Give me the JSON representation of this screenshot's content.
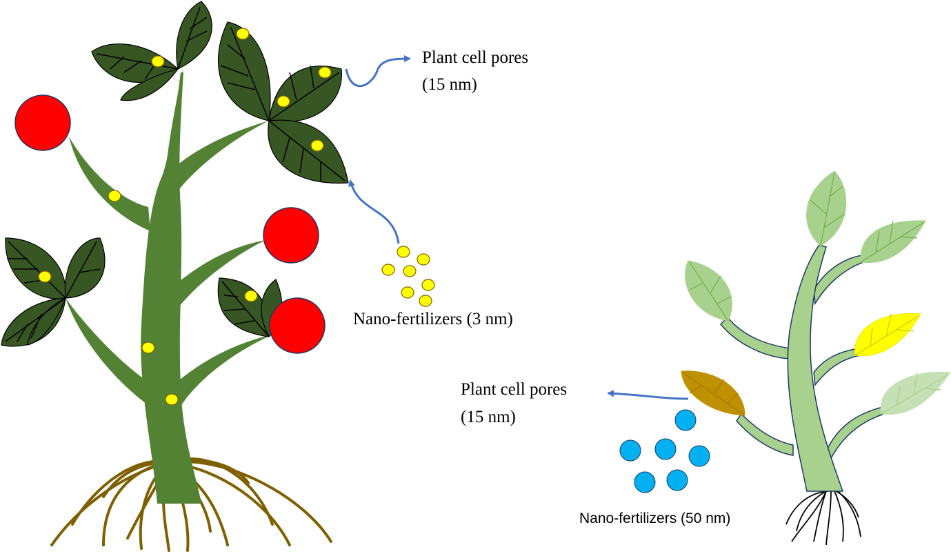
{
  "labels": {
    "pores_top_line1": "Plant cell pores",
    "pores_top_line2": "(15 nm)",
    "nano_small": "Nano-fertilizers (3 nm)",
    "pores_bottom_line1": "Plant cell pores",
    "pores_bottom_line2": "(15 nm)",
    "nano_large": "Nano-fertilizers (50 nm)"
  },
  "colors": {
    "stem_healthy": "#548235",
    "leaf_healthy": "#375623",
    "fruit": "#ff0000",
    "nano_small": "#ffff00",
    "stem_weak": "#a9d18e",
    "leaf_weak": "#a9d18e",
    "leaf_yellow": "#ffff00",
    "leaf_brown": "#bf9000",
    "nano_large": "#00b0f0",
    "root_healthy": "#7f6000",
    "arrow": "#4472c4"
  }
}
